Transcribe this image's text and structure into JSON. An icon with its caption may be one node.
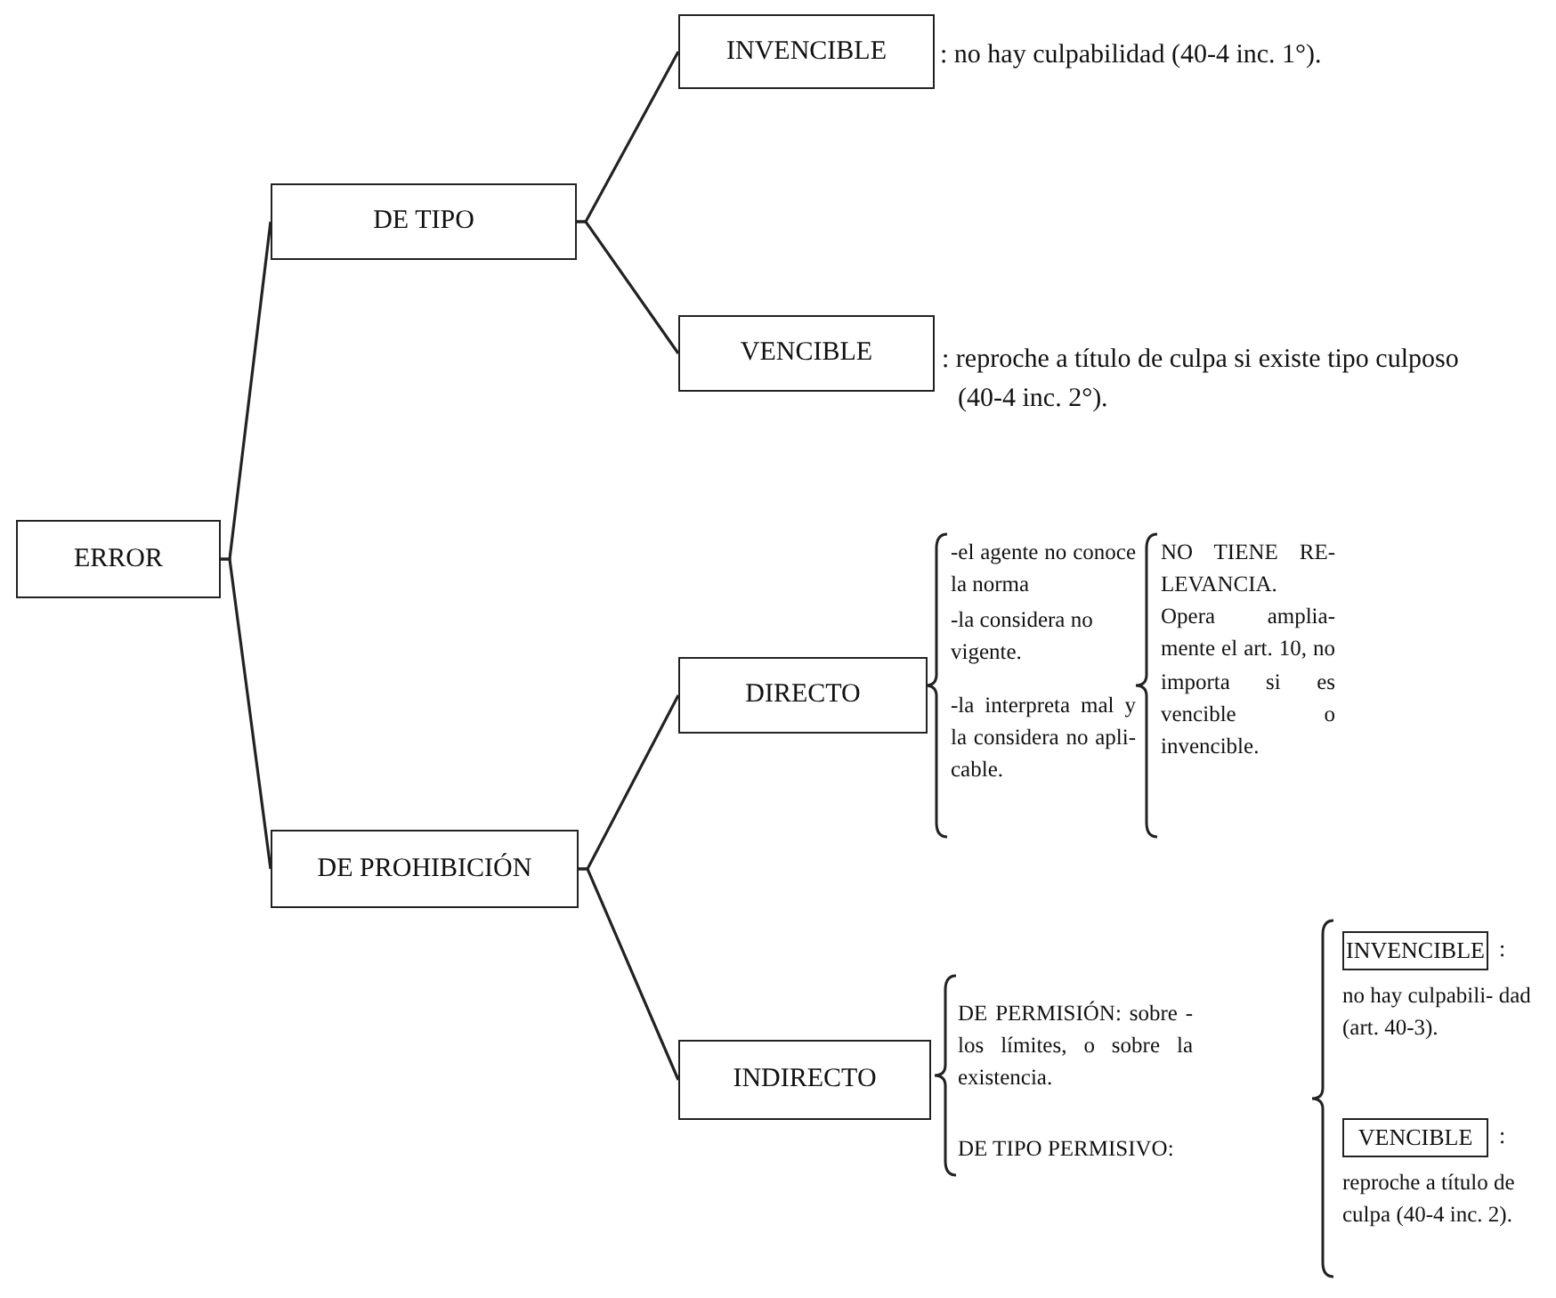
{
  "diagram": {
    "nodes": [
      {
        "text": [
          "ERROR"
        ]
      },
      {
        "text": [
          "DE TIPO"
        ]
      },
      {
        "text": [
          "INVENCIBLE"
        ],
        "beside": [
          ": no hay culpabilidad (40-4 inc. 1°)."
        ]
      },
      {
        "text": [
          "VENCIBLE"
        ],
        "beside": [
          ": reproche a título de culpa si existe tipo culposo (40-4 inc. 2°)."
        ]
      },
      {
        "text": [
          "DE PROHIBICIÓN"
        ]
      },
      {
        "text": [
          "DIRECTO"
        ]
      },
      {
        "text": [
          "INDIRECTO"
        ]
      },
      {
        "text": [
          "INVENCIBLE"
        ],
        "beside": [
          ":",
          "no hay culpabili- dad (art. 40-3)."
        ]
      },
      {
        "text": [
          "VENCIBLE"
        ],
        "beside": [
          ":",
          "reproche a título de culpa (40-4 inc. 2)."
        ]
      }
    ],
    "edges": [
      {
        "from": 0,
        "to": 1,
        "arrow": "none"
      },
      {
        "from": 0,
        "to": 4,
        "arrow": "none"
      },
      {
        "from": 1,
        "to": 2,
        "arrow": "none"
      },
      {
        "from": 1,
        "to": 3,
        "arrow": "none"
      },
      {
        "from": 4,
        "to": 5,
        "arrow": "none"
      },
      {
        "from": 4,
        "to": 6,
        "arrow": "none"
      }
    ],
    "labels": [
      "-el agente no conoce la norma",
      "-la considera no vigente.",
      "-la interpreta mal y la considera no apli- cable.",
      "NO TIENE RE- LEVANCIA. Opera amplia- mente el art. 10, no importa si es vencible o invencible.",
      "DE PERMISIÓN: sobre -los límites, o sobre la existencia.",
      "DE TIPO PERMISIVO:"
    ]
  }
}
